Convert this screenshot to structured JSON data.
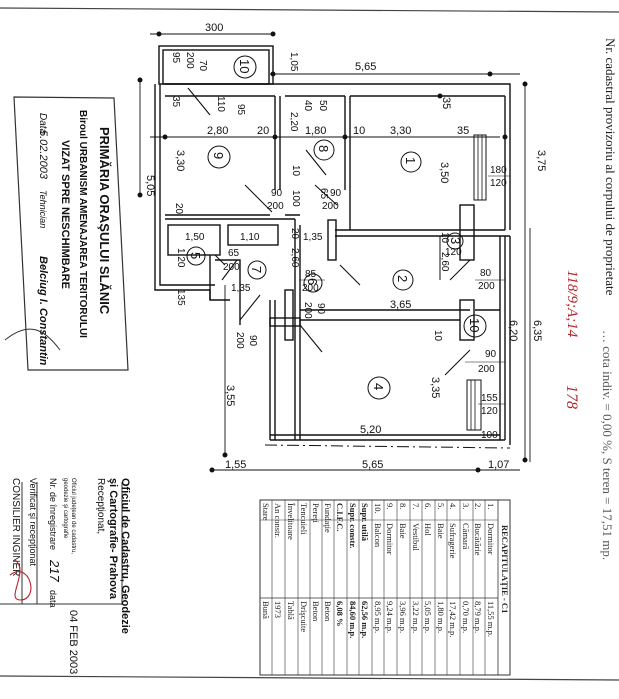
{
  "document": {
    "header_note": "Nr. cadastral provizoriu al corpului de proprietate",
    "header_cropped": "… cota indiv. = 0,00 %, S teren = 17,51 mp.",
    "handwritten_ref": "118/9;A;14",
    "handwritten_mark": "178",
    "colors": {
      "ink": "#111111",
      "red_pen": "#b3262e",
      "blue_stamp": "#9bc3dc"
    }
  },
  "plan": {
    "rooms": [
      {
        "num": "1"
      },
      {
        "num": "2"
      },
      {
        "num": "3"
      },
      {
        "num": "4"
      },
      {
        "num": "5"
      },
      {
        "num": "6"
      },
      {
        "num": "7"
      },
      {
        "num": "8"
      },
      {
        "num": "9"
      },
      {
        "num": "10"
      },
      {
        "num": "10"
      }
    ],
    "dims": {
      "d300": "300",
      "d565_top": "5,65",
      "d105": "1,05",
      "d375": "3,75",
      "d505": "5,05",
      "d95": "95",
      "d200a": "200",
      "d70": "70",
      "d35a": "35",
      "d110": "110",
      "d95b": "95",
      "d280": "2,80",
      "d20a": "20",
      "d50": "50",
      "d40": "40",
      "d220": "2,20",
      "d180": "1,80",
      "d10a": "10",
      "d330": "3,30",
      "d35b": "35",
      "d35c": "35",
      "d330b": "3,30",
      "d350": "3,50",
      "d180b": "180",
      "d120a": "120",
      "d10b": "10",
      "d100": "100",
      "d90a": "90",
      "d200b": "200",
      "d65": "65",
      "d90b": "90",
      "d200c": "200",
      "d20b": "20",
      "d150": "1,50",
      "d110b": "1,10",
      "d20c": "20",
      "d135a": "1,35",
      "d120b": "1,20",
      "d65b": "65",
      "d200d": "200",
      "d260a": "2,60",
      "d85": "85",
      "d200e": "200",
      "d10c": "10",
      "d3p": "3",
      "d120c": "120",
      "d260b": "2,60",
      "d80": "80",
      "d200f": "200",
      "d135b": "135",
      "d135c": "1,35",
      "d90c": "90",
      "d200g": "200",
      "d90d": "90",
      "d200h": "200",
      "d365": "3,65",
      "d10d": "10",
      "d620": "6,20",
      "d635": "6,35",
      "d90e": "90",
      "d200i": "200",
      "d335": "3,35",
      "d355": "3,55",
      "d155a": "155",
      "d120d": "120",
      "d520": "5,20",
      "d100b": "100",
      "d155": "1,55",
      "d565_bot": "5,65",
      "d107": "1,07"
    }
  },
  "stamp_primaria": {
    "line1": "PRIMĂRIA ORAŞULUI SLĂNIC",
    "line2": "Biroul URBANISM AMENAJAREA TERITORULUI",
    "line3": "VIZAT SPRE NESCHIMBARE",
    "date_label": "Data",
    "date_value": "5.02.2003",
    "tech_label": "Tehnician",
    "tech_name": "Belciug I. Constantin"
  },
  "stamp_oficiu": {
    "line1": "Oficiul de Cadastru, Geodezie",
    "line2": "şi Cartografie- Prahova",
    "line3": "Recepţionat,",
    "line4": "Oficiul judeţean de cadastru,",
    "line5": "geodezie şi cartografie",
    "reg_label": "Nr. de înregistrare",
    "reg_value": "217",
    "data_label": "data",
    "date_stamp": "04 FEB 2003",
    "verified": "Verificat şi recepţionat",
    "engineer": "CONSILIER INGINER"
  },
  "recap_table": {
    "title": "RECAPITULAŢIE - C1",
    "rows": [
      {
        "nr": "1.",
        "name": "Dormitor",
        "value": "11,55 m.p."
      },
      {
        "nr": "2.",
        "name": "Bucătărie",
        "value": "8,79 m.p."
      },
      {
        "nr": "3.",
        "name": "Cămară",
        "value": "0,70 m.p."
      },
      {
        "nr": "4.",
        "name": "Sufragerie",
        "value": "17,42 m.p."
      },
      {
        "nr": "5.",
        "name": "Baie",
        "value": "1,80 m.p."
      },
      {
        "nr": "6.",
        "name": "Hol",
        "value": "5,05 m.p."
      },
      {
        "nr": "7.",
        "name": "Vestibul",
        "value": "3,22 m.p."
      },
      {
        "nr": "8.",
        "name": "Baie",
        "value": "3,96 m.p."
      },
      {
        "nr": "9.",
        "name": "Dormitor",
        "value": "9,24 m.p."
      },
      {
        "nr": "10.",
        "name": "Balcon",
        "value": "8,95 m.p."
      }
    ],
    "summary": [
      {
        "name": "Supr. utilă",
        "value": "62,56 m.p."
      },
      {
        "name": "Supr. constr.",
        "value": "84,60 m.p."
      },
      {
        "name": "C.I.F.C.",
        "value": "6,08 %"
      },
      {
        "name": "Fundaţie",
        "value": "Beton"
      },
      {
        "name": "Pereţi",
        "value": "Beton"
      },
      {
        "name": "Tencuieli",
        "value": "Drişcuite"
      },
      {
        "name": "Învelitoare",
        "value": "Tablă"
      },
      {
        "name": "An constr.",
        "value": "1973"
      },
      {
        "name": "Stare",
        "value": "Bună"
      }
    ]
  }
}
